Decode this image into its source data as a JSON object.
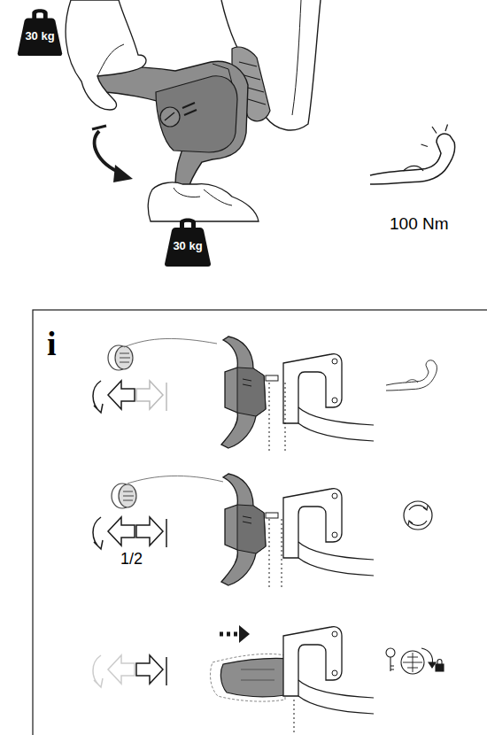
{
  "diagram": {
    "nodes": [
      {
        "text": [
          "30 kg"
        ]
      },
      {
        "text": [
          "30 kg"
        ]
      }
    ],
    "labels": [
      "100 Nm",
      "i",
      "1/2"
    ]
  }
}
